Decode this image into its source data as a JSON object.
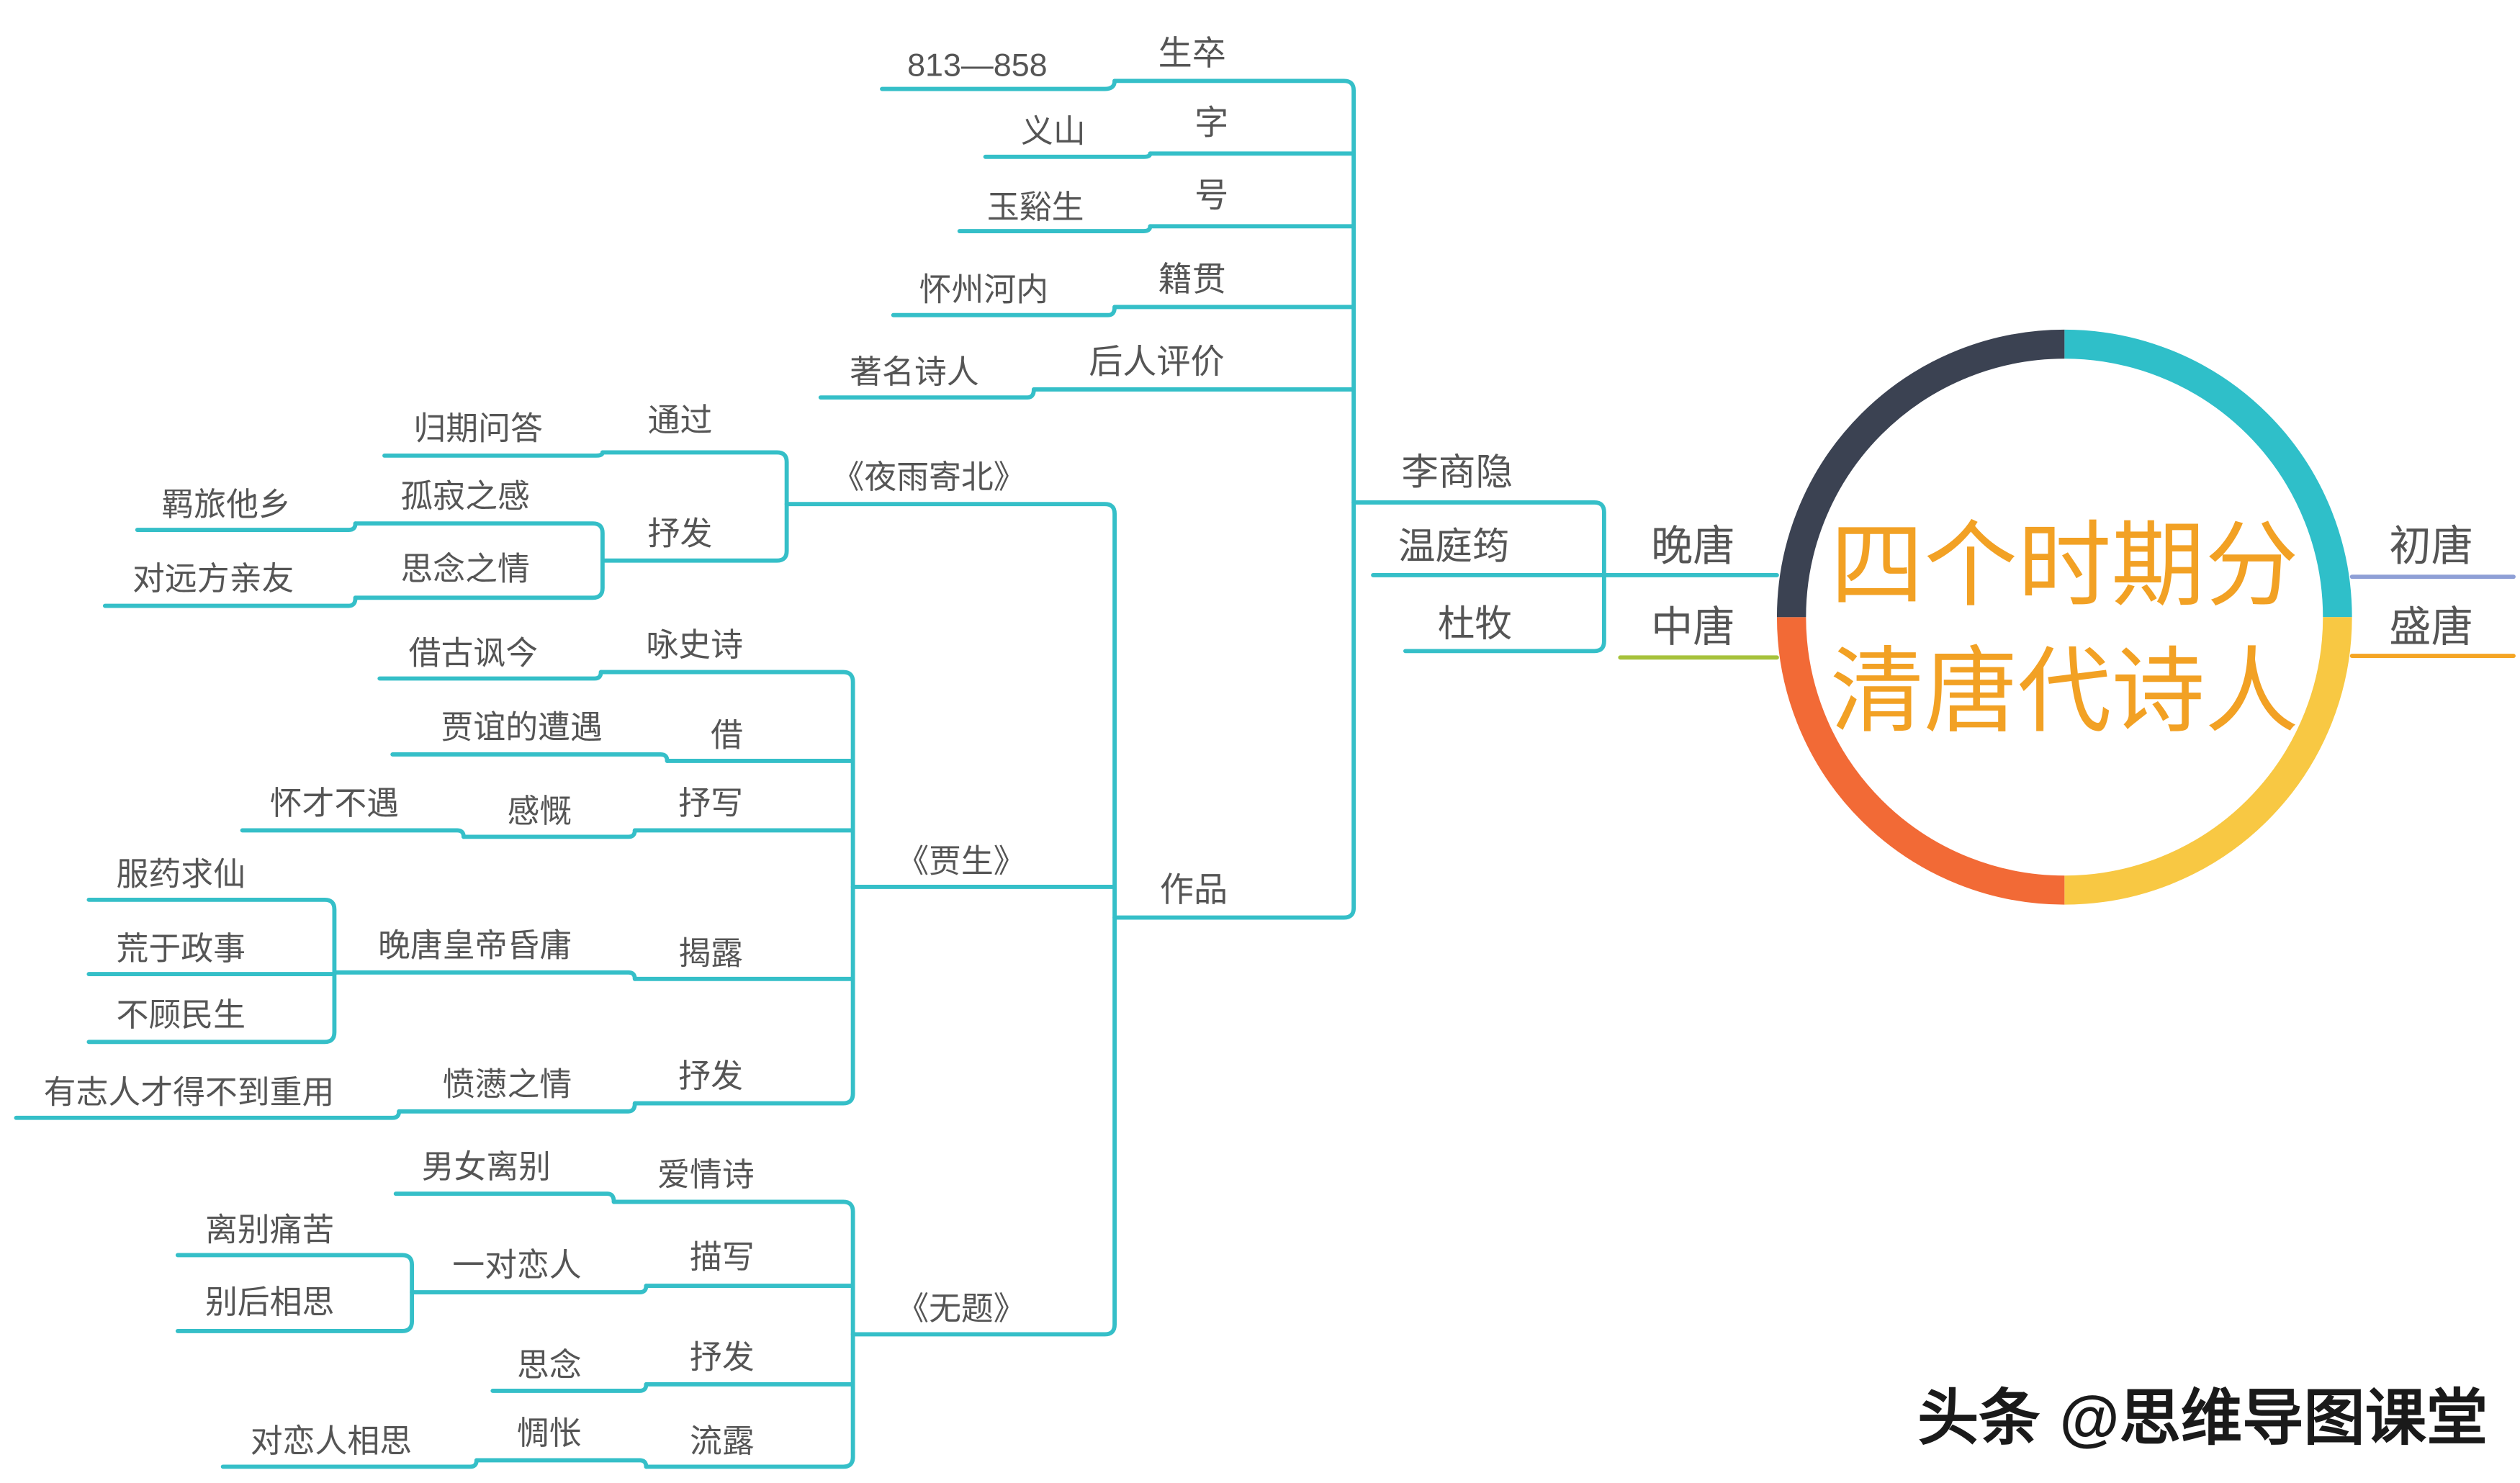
{
  "title": {
    "line1": "四个时期分",
    "line2": "清唐代诗人"
  },
  "periods": {
    "chu_tang": "初唐",
    "sheng_tang": "盛唐",
    "wan_tang": "晚唐",
    "zhong_tang": "中唐"
  },
  "wan_tang_poets": [
    "李商隐",
    "温庭筠",
    "杜牧"
  ],
  "li_shangyin": {
    "facts": [
      {
        "label": "生卒",
        "value": "813—858"
      },
      {
        "label": "字",
        "value": "义山"
      },
      {
        "label": "号",
        "value": "玉谿生"
      },
      {
        "label": "籍贯",
        "value": "怀州河内"
      },
      {
        "label": "后人评价",
        "value": "著名诗人"
      }
    ],
    "works_label": "作品",
    "works": {
      "ye_yu_ji_bei": {
        "title": "《夜雨寄北》",
        "via": {
          "label": "通过",
          "detail": "归期问答"
        },
        "express": {
          "label": "抒发",
          "items": [
            {
              "label": "孤寂之感",
              "detail": "羁旅他乡"
            },
            {
              "label": "思念之情",
              "detail": "对远方亲友"
            }
          ]
        }
      },
      "jia_sheng": {
        "title": "《贾生》",
        "branches": [
          {
            "label": "咏史诗",
            "detail": "借古讽今"
          },
          {
            "label": "借",
            "detail": "贾谊的遭遇"
          },
          {
            "label": "抒写",
            "detail": "感慨",
            "sub": "怀才不遇"
          },
          {
            "label": "揭露",
            "detail": "晚唐皇帝昏庸",
            "items": [
              "服药求仙",
              "荒于政事",
              "不顾民生"
            ]
          },
          {
            "label": "抒发",
            "detail": "愤懑之情",
            "sub": "有志人才得不到重用"
          }
        ]
      },
      "wu_ti": {
        "title": "《无题》",
        "branches": [
          {
            "label": "爱情诗",
            "detail": "男女离别"
          },
          {
            "label": "描写",
            "detail": "一对恋人",
            "items": [
              "离别痛苦",
              "别后相思"
            ]
          },
          {
            "label": "抒发",
            "detail": "思念"
          },
          {
            "label": "流露",
            "detail": "惆怅",
            "sub": "对恋人相思"
          }
        ]
      }
    }
  },
  "watermark": {
    "platform": "头条",
    "account": "@思维导图课堂"
  },
  "colors": {
    "branch": "#35bfc8",
    "ring_teal": "#2fbfc9",
    "ring_yellow": "#f8c843",
    "ring_orange": "#f26a36",
    "ring_dark": "#3b4252",
    "title": "#f2a124",
    "chu_tang": "#8e9fd6",
    "sheng_tang": "#f5a524",
    "zhong_tang": "#a6c23b",
    "text": "#555555",
    "watermark": "#1a1a1a"
  }
}
